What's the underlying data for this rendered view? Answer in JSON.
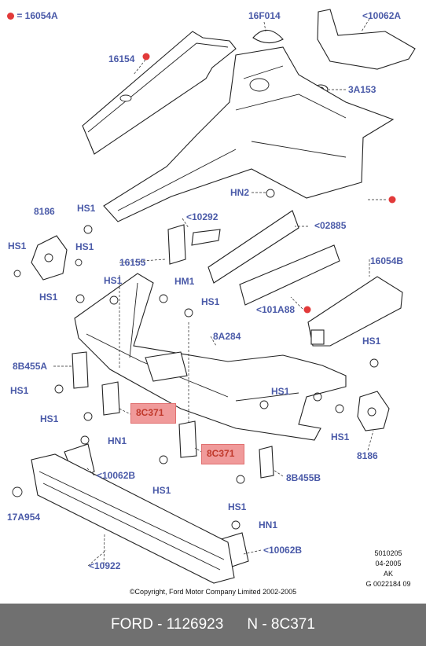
{
  "legend": {
    "code": "= 16054A"
  },
  "labels": {
    "l_16f014": "16F014",
    "l_10062a": "<10062A",
    "l_16154": "16154",
    "l_3a153": "3A153",
    "l_hn2": "HN2",
    "l_8186a": "8186",
    "l_hs1a": "HS1",
    "l_10292": "<10292",
    "l_02885": "<02885",
    "l_hs1b": "HS1",
    "l_hs1c": "HS1",
    "l_16155": "16155",
    "l_16054b": "16054B",
    "l_hs1d": "HS1",
    "l_hm1": "HM1",
    "l_hs1e": "HS1",
    "l_hs1f": "HS1",
    "l_101a88": "<101A88",
    "l_8a284": "8A284",
    "l_hs1g": "HS1",
    "l_8b455a": "8B455A",
    "l_hs1h": "HS1",
    "l_hs1i": "HS1",
    "l_hs1j": "HS1",
    "l_hs1k": "HS1",
    "l_8186b": "8186",
    "l_hn1a": "HN1",
    "l_10062b": "<10062B",
    "l_hs1l": "HS1",
    "l_8b455b": "8B455B",
    "l_hs1m": "HS1",
    "l_17a954": "17A954",
    "l_hn1b": "HN1",
    "l_10062b2": "<10062B",
    "l_10922": "<10922"
  },
  "highlights": {
    "h1": "8C371",
    "h2": "8C371"
  },
  "meta": {
    "line1": "5010205",
    "line2": "04-2005",
    "line3": "AK",
    "line4": "G 0022184 09"
  },
  "copyright": "©Copyright, Ford Motor Company Limited 2002-2005",
  "footer": {
    "part": "FORD - 1126923",
    "code": "N - 8C371"
  },
  "colors": {
    "label": "#4a5aa8",
    "highlight": "#f09a9a",
    "dot": "#e23a3a",
    "footer_bg": "#707070"
  }
}
